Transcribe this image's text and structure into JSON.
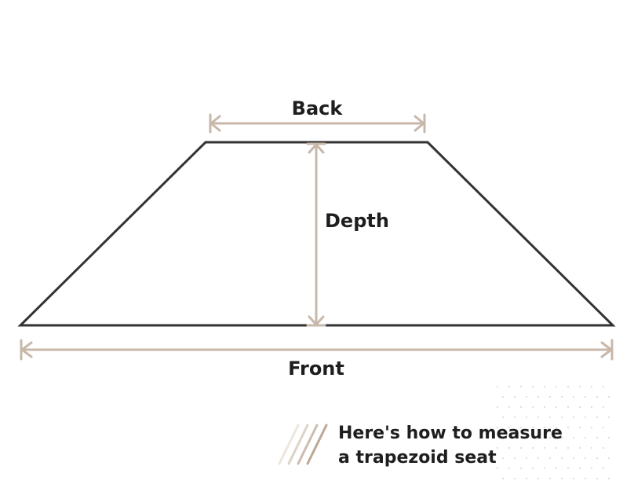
{
  "labels": {
    "back": "Back",
    "depth": "Depth",
    "front": "Front"
  },
  "caption": {
    "line1": "Here's how to measure",
    "line2": "a trapezoid seat"
  },
  "colors": {
    "outline": "#333333",
    "dimension": "#c8b8aa",
    "text": "#1e1e1e",
    "dots": "#d9dde2"
  },
  "icons": {
    "caption_mark": "diagonal-stripes-icon",
    "decor": "dot-grid-pattern"
  }
}
